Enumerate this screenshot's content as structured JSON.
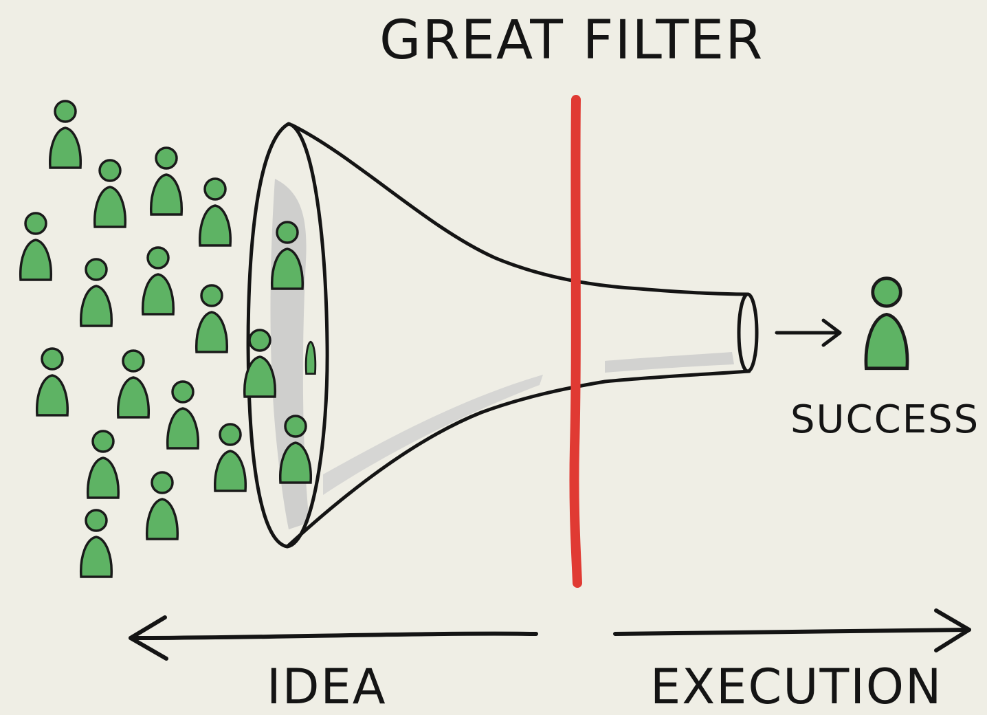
{
  "title": "GREAT FILTER",
  "success_label": "SUCCESS",
  "idea_label": "IDEA",
  "execution_label": "EXECUTION",
  "colors": {
    "background": "#efeee5",
    "person_fill": "#5eb364",
    "filter_line": "#e03a33",
    "funnel_shading": "#c8c8c8",
    "ink": "#141414"
  },
  "icons": {
    "person": "person-icon",
    "arrow": "arrow-icon"
  }
}
